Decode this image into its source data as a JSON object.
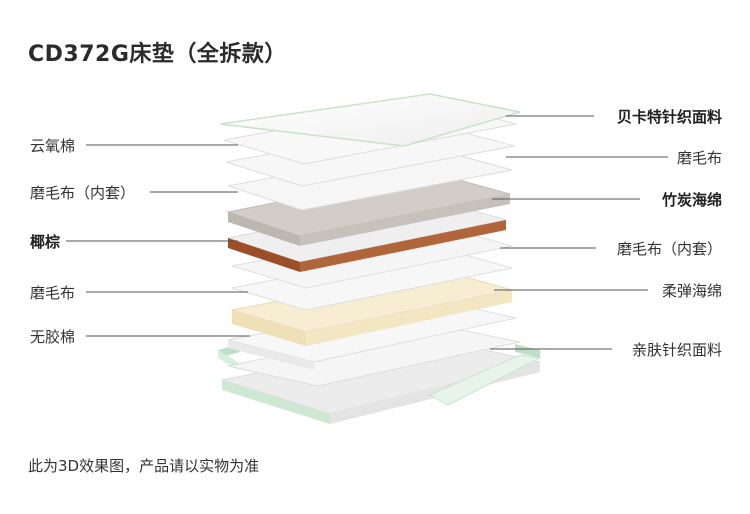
{
  "title": "CD372G床垫（全拆款）",
  "footnote": "此为3D效果图，产品请以实物为准",
  "left_labels": [
    {
      "text": "云氧棉",
      "bold": false
    },
    {
      "text": "磨毛布（内套）",
      "bold": false
    },
    {
      "text": "椰棕",
      "bold": true
    },
    {
      "text": "磨毛布",
      "bold": false
    },
    {
      "text": "无胶棉",
      "bold": false
    }
  ],
  "right_labels": [
    {
      "text": "贝卡特针织面料",
      "bold": true
    },
    {
      "text": "磨毛布",
      "bold": false
    },
    {
      "text": "竹炭海绵",
      "bold": true
    },
    {
      "text": "磨毛布（内套）",
      "bold": false
    },
    {
      "text": "柔弹海绵",
      "bold": false
    },
    {
      "text": "亲肤针织面料",
      "bold": false
    }
  ],
  "colors": {
    "coir": "#a0522d",
    "bamboo_charcoal": "#cbc6c1",
    "soft_foam": "#f3e7c6",
    "zipper_green": "#cfe8d4",
    "layer_white": "#f6f6f6"
  }
}
